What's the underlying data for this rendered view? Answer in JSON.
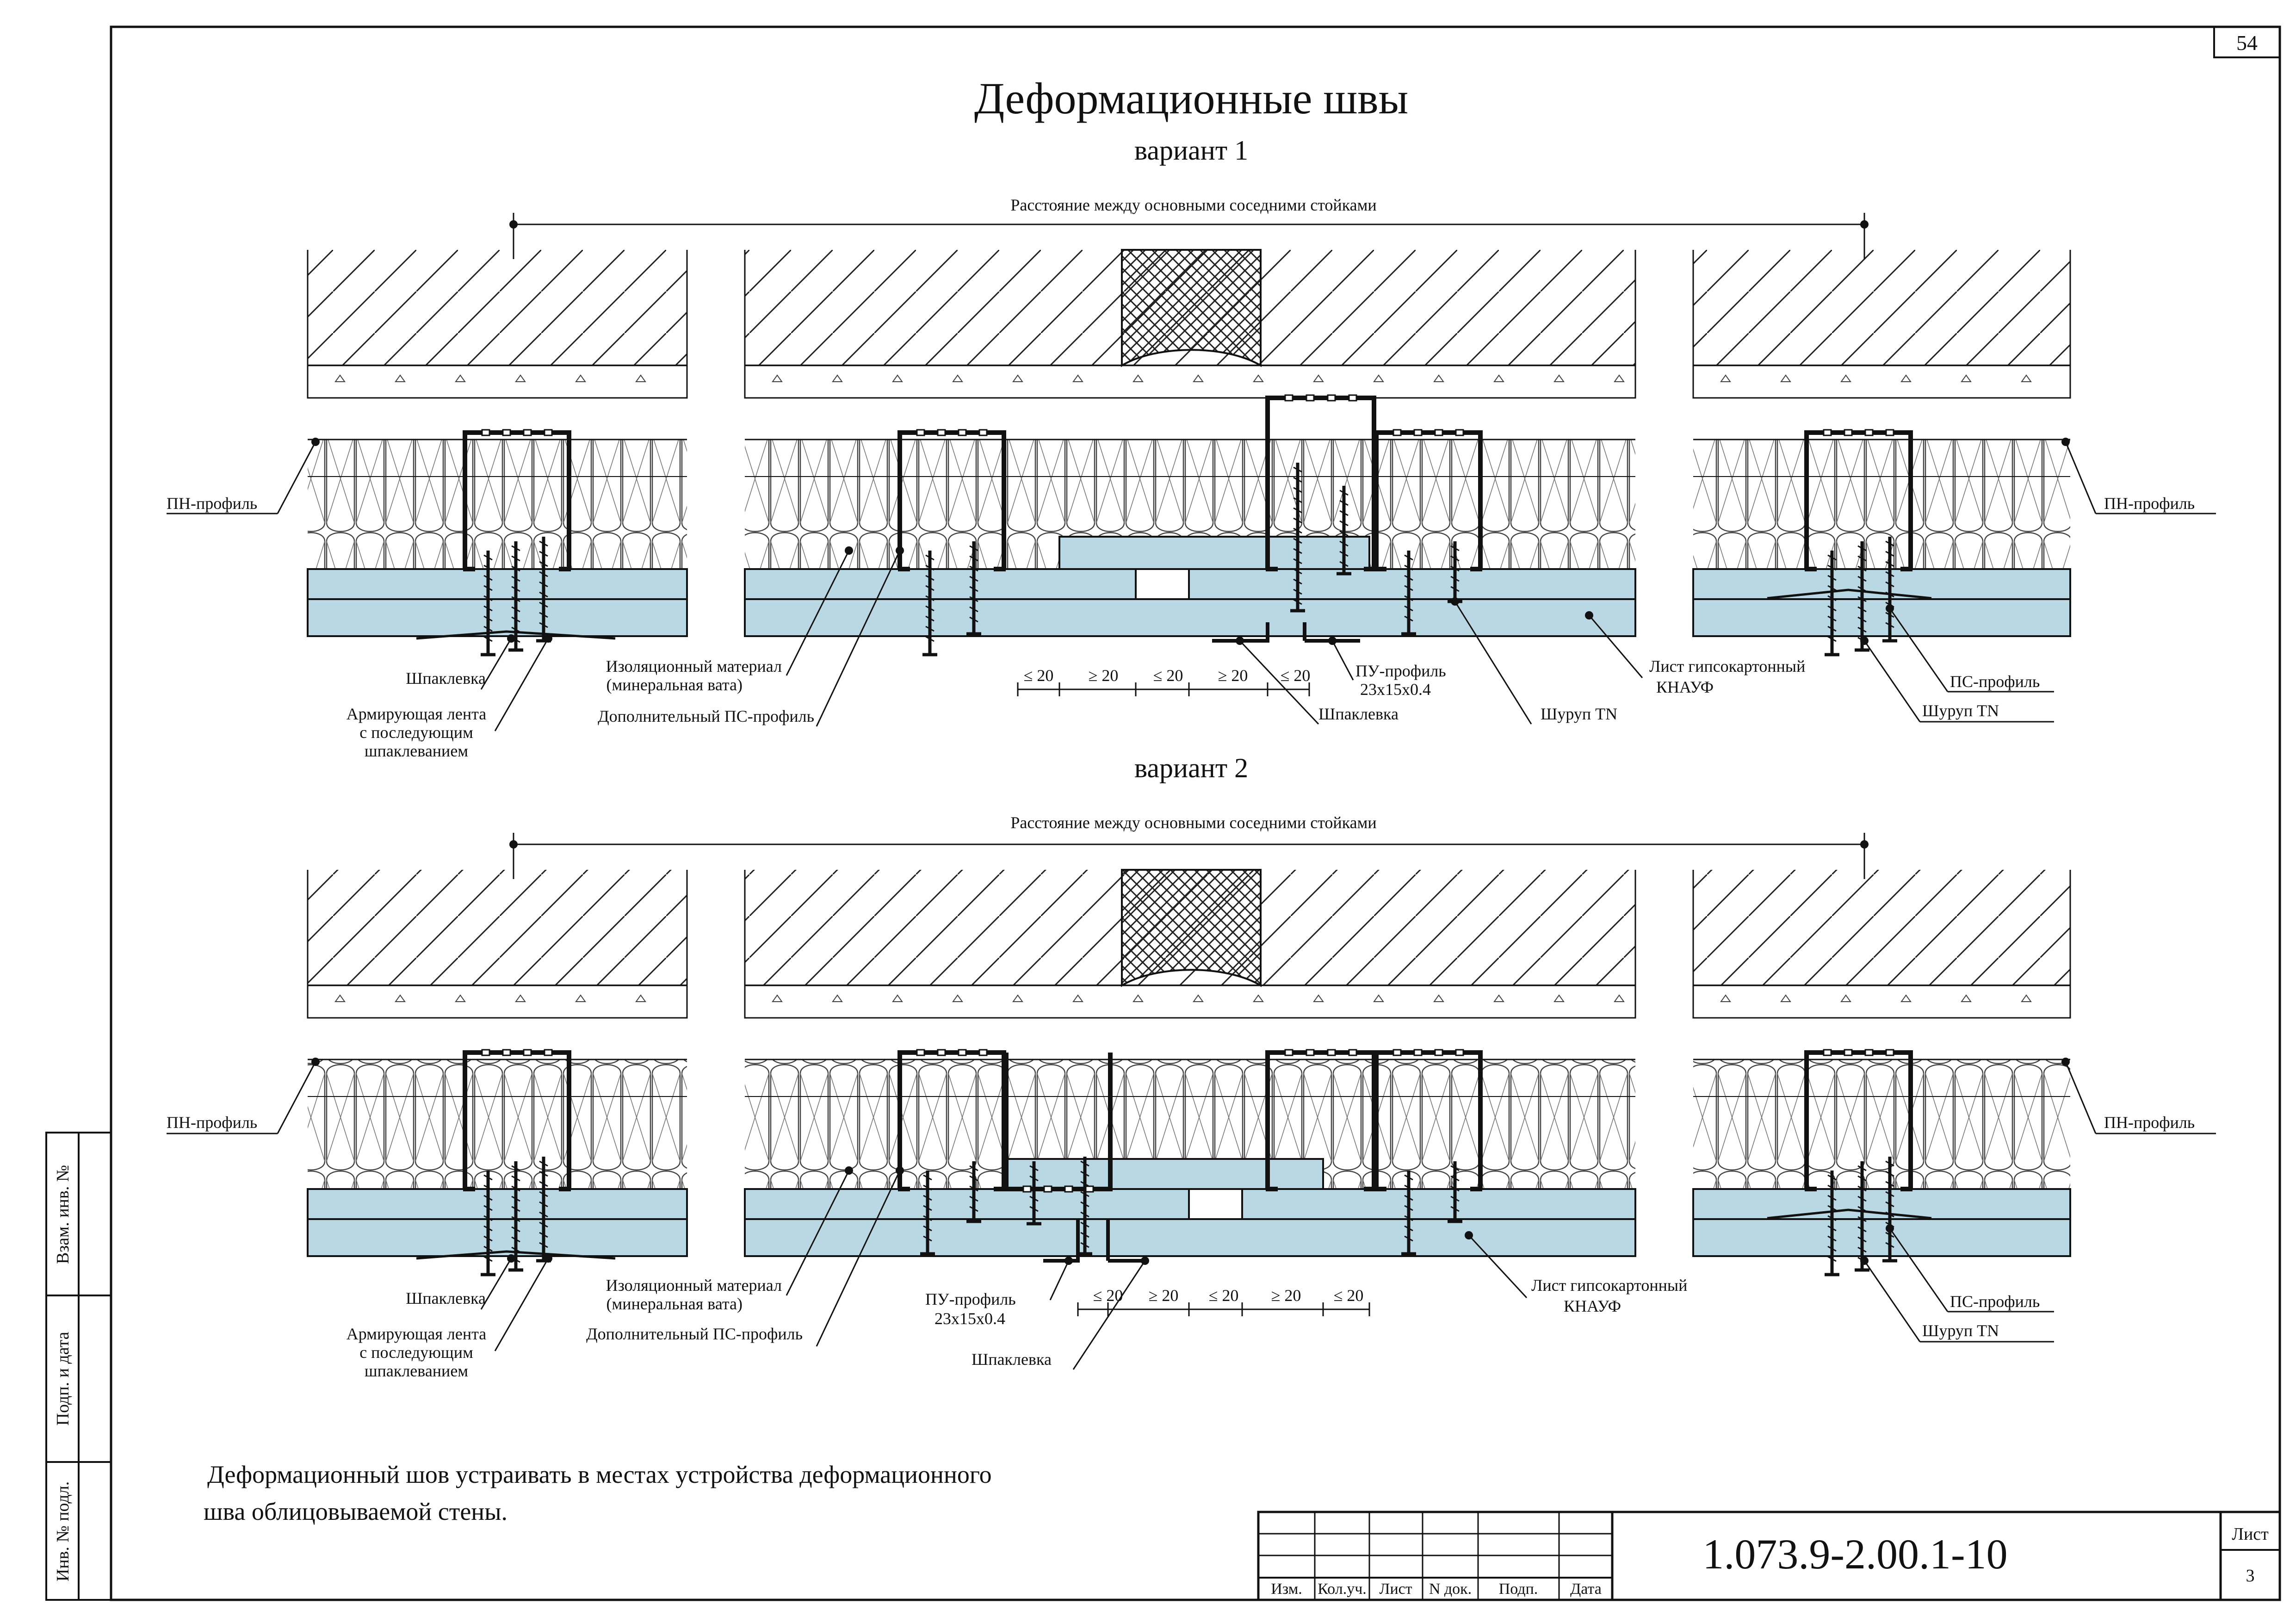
{
  "sheet_corner": "54",
  "title": "Деформационные швы",
  "variant1": {
    "heading": "вариант 1",
    "dimension_label": "Расстояние между основными соседними стойками",
    "labels": {
      "pn_left": "ПН-профиль",
      "pn_right": "ПН-профиль",
      "putty_left": "Шпаклевка",
      "tape_1": "Армирующая лента",
      "tape_2": "с последующим",
      "tape_3": "шпаклеванием",
      "insul_1": "Изоляционный материал",
      "insul_2": "(минеральная вата)",
      "extra_ps": "Дополнительный ПС-профиль",
      "pu_1": "ПУ-профиль",
      "pu_2": "23x15x0.4",
      "putty_center": "Шпаклевка",
      "screw_center": "Шуруп TN",
      "sheet_1": "Лист гипсокартонный",
      "sheet_2": "КНАУФ",
      "ps_right": "ПС-профиль",
      "screw_right": "Шуруп TN"
    },
    "dims": [
      "≤ 20",
      "≥ 20",
      "≤ 20",
      "≥ 20",
      "≤ 20"
    ]
  },
  "variant2": {
    "heading": "вариант 2",
    "dimension_label": "Расстояние между основными соседними стойками",
    "labels": {
      "pn_left": "ПН-профиль",
      "pn_right": "ПН-профиль",
      "putty_left": "Шпаклевка",
      "tape_1": "Армирующая лента",
      "tape_2": "с последующим",
      "tape_3": "шпаклеванием",
      "insul_1": "Изоляционный материал",
      "insul_2": "(минеральная вата)",
      "extra_ps": "Дополнительный ПС-профиль",
      "pu_1": "ПУ-профиль",
      "pu_2": "23x15x0.4",
      "putty_center": "Шпаклевка",
      "sheet_1": "Лист гипсокартонный",
      "sheet_2": "КНАУФ",
      "ps_right": "ПС-профиль",
      "screw_right": "Шуруп TN"
    },
    "dims": [
      "≤ 20",
      "≥ 20",
      "≤ 20",
      "≥ 20",
      "≤ 20"
    ]
  },
  "note_line1": "Деформационный шов устраивать в местах устройства деформационного",
  "note_line2": "шва облицовываемой стены.",
  "side_stamp": {
    "vzam": "Взам. инв. №",
    "podp": "Подп. и дата",
    "inv": "Инв. № подл."
  },
  "title_block": {
    "code": "1.073.9-2.00.1-10",
    "list_label": "Лист",
    "list_number": "3",
    "columns": [
      "Изм.",
      "Кол.уч.",
      "Лист",
      "N док.",
      "Подп.",
      "Дата"
    ]
  },
  "colors": {
    "board": "#b9d8e4",
    "line": "#111111",
    "seal_hatch": "#333333"
  }
}
